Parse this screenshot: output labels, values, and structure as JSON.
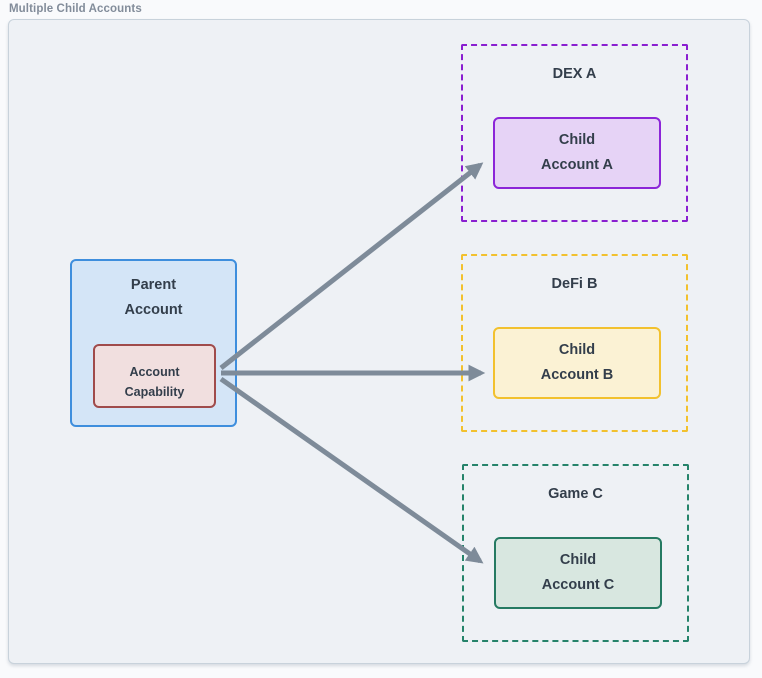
{
  "title": "Multiple Child Accounts",
  "parent": {
    "label": "Parent\nAccount",
    "capability_label": "Account\nCapability"
  },
  "children": [
    {
      "group_label": "DEX A",
      "box_label": "Child\nAccount A"
    },
    {
      "group_label": "DeFi B",
      "box_label": "Child\nAccount B"
    },
    {
      "group_label": "Game C",
      "box_label": "Child\nAccount C"
    }
  ],
  "colors": {
    "canvas_bg": "#eef1f5",
    "canvas_border": "#c8d2db",
    "title_text": "#828c9a",
    "node_text": "#333e4b",
    "arrow": "#7e8b99",
    "parent_fill": "#d4e5f7",
    "parent_border": "#3e8edd",
    "capability_fill": "#f1dfdf",
    "capability_border": "#a04b4b",
    "dex_dash": "#8a1fd0",
    "dex_fill": "#e6d3f6",
    "dex_border": "#8c25d8",
    "defi_dash": "#f2c12e",
    "defi_fill": "#fbf2d4",
    "defi_border": "#f2c12e",
    "game_dash": "#25836a",
    "game_fill": "#d8e7e0",
    "game_border": "#257a62"
  }
}
